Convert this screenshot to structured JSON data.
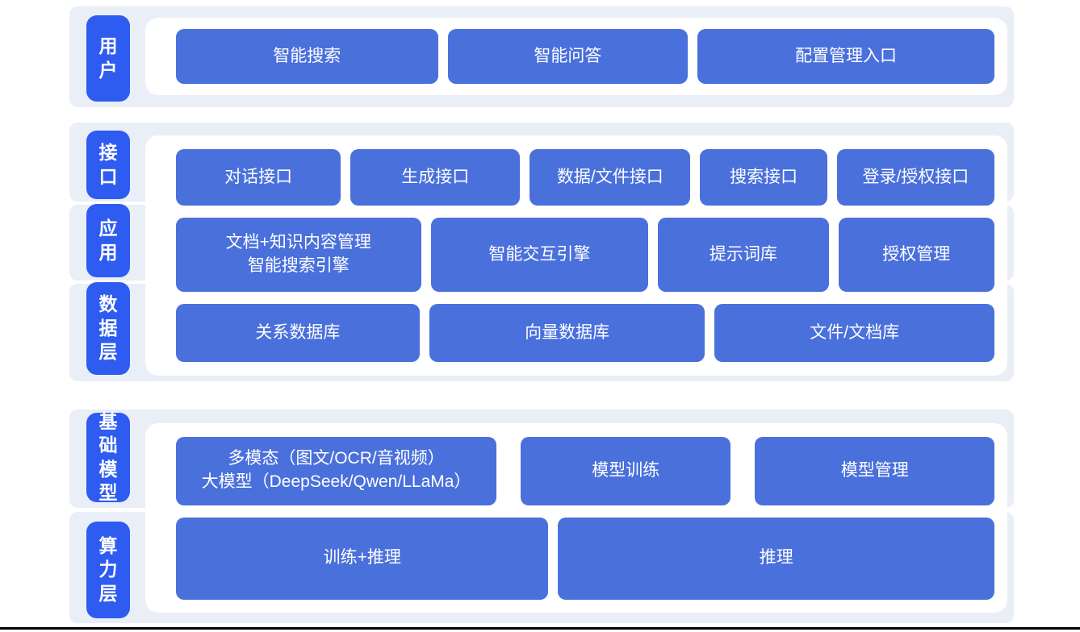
{
  "colors": {
    "tag_blue": "#2e5bf0",
    "node_blue": "#4a70dc",
    "band_light": "#e9eef7"
  },
  "groups": [
    {
      "rows": [
        {
          "tag": "用户",
          "boxes": [
            "智能搜索",
            "智能问答",
            "配置管理入口"
          ]
        }
      ]
    },
    {
      "rows": [
        {
          "tag": "接口",
          "boxes": [
            "对话接口",
            "生成接口",
            "数据/文件接口",
            "搜索接口",
            "登录/授权接口"
          ]
        },
        {
          "tag": "应用",
          "boxes": [
            {
              "l1": "文档+知识内容管理",
              "l2": "智能搜索引擎"
            },
            "智能交互引擎",
            "提示词库",
            "授权管理"
          ]
        },
        {
          "tag": "数据层",
          "boxes": [
            "关系数据库",
            "向量数据库",
            "文件/文档库"
          ]
        }
      ]
    },
    {
      "rows": [
        {
          "tag": "基础模型",
          "boxes": [
            {
              "l1": "多模态（图文/OCR/音视频）",
              "l2": "大模型（DeepSeek/Qwen/LLaMa）"
            },
            "模型训练",
            "模型管理"
          ]
        },
        {
          "tag": "算力层",
          "boxes": [
            "训练+推理",
            "推理"
          ]
        }
      ]
    }
  ]
}
